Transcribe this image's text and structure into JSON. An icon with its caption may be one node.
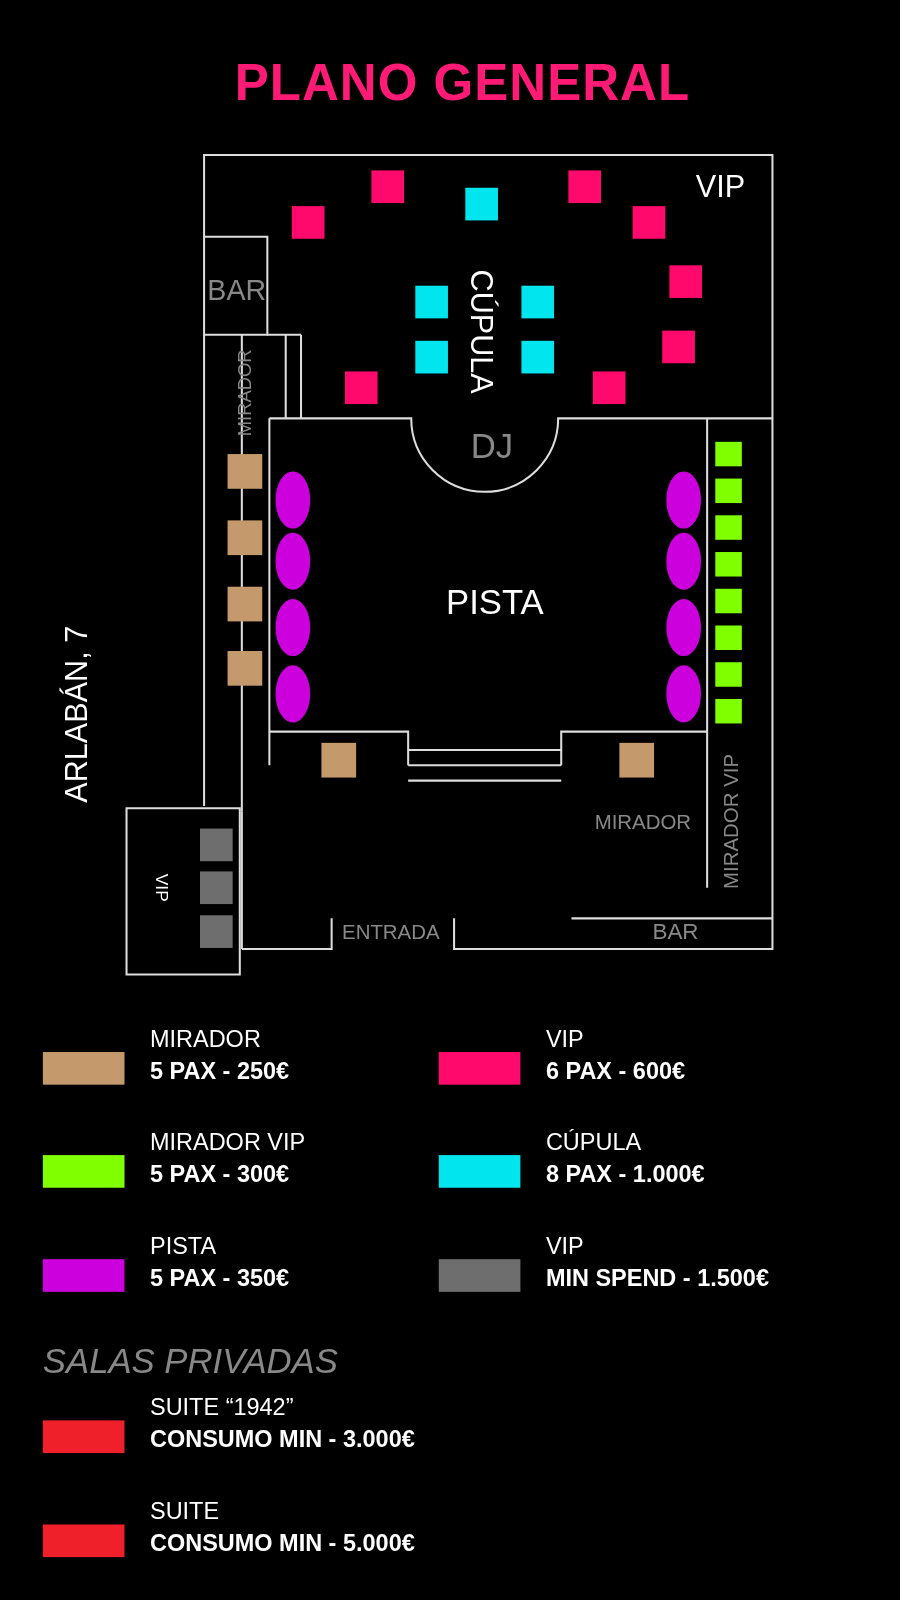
{
  "diagram": {
    "title": "PLANO GENERAL",
    "nodes": [
      {
        "text": [
          "VIP"
        ]
      },
      {
        "text": [
          "BAR"
        ]
      },
      {
        "text": [
          "CÚPULA"
        ]
      },
      {
        "text": [
          "MIRADOR"
        ]
      },
      {
        "text": [
          "DJ"
        ]
      },
      {
        "text": [
          "PISTA"
        ]
      },
      {
        "text": [
          "MIRADOR"
        ]
      },
      {
        "text": [
          "MIRADOR VIP"
        ]
      },
      {
        "text": [
          "VIP"
        ]
      },
      {
        "text": [
          "ENTRADA"
        ]
      },
      {
        "text": [
          "BAR"
        ]
      }
    ],
    "edges": [],
    "labels": [
      "ARLABÁN, 7",
      "SALAS PRIVADAS"
    ],
    "legend": [
      {
        "text": "MIRADOR **5 PAX - 250€**",
        "color": "#c49a6c"
      },
      {
        "text": "VIP **6 PAX - 600€**",
        "color": "#ff0a6c"
      },
      {
        "text": "MIRADOR VIP **5 PAX - 300€**",
        "color": "#80ff00"
      },
      {
        "text": "CÚPULA **8 PAX - 1.000€**",
        "color": "#00e5ee"
      },
      {
        "text": "PISTA **5 PAX - 350€**",
        "color": "#cc00dd"
      },
      {
        "text": "VIP **MIN SPEND - 1.500€**",
        "color": "#6e6e6e"
      },
      {
        "text": "SUITE “1942” **CONSUMO MIN - 3.000€**",
        "color": "#f0202a"
      },
      {
        "text": "SUITE **CONSUMO MIN - 5.000€**",
        "color": "#f0202a"
      }
    ]
  }
}
